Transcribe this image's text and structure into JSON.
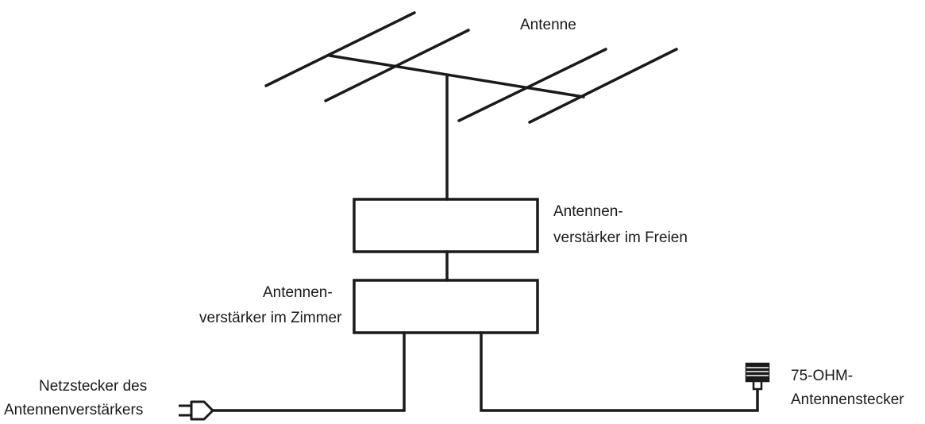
{
  "labels": {
    "antenna": "Antenne",
    "outdoor_amp_line1": "Antennen-",
    "outdoor_amp_line2": "verstärker im Freien",
    "indoor_amp_line1": "Antennen-",
    "indoor_amp_line2": "verstärker im Zimmer",
    "power_plug_line1": "Netzstecker des",
    "power_plug_line2": "Antennenverstärkers",
    "connector_line1": "75-OHM-",
    "connector_line2": "Antennenstecker"
  },
  "colors": {
    "line": "#1a1a1a",
    "background": "#ffffff"
  },
  "icons": {
    "plug": "power-plug-icon",
    "connector": "coax-connector-icon"
  }
}
